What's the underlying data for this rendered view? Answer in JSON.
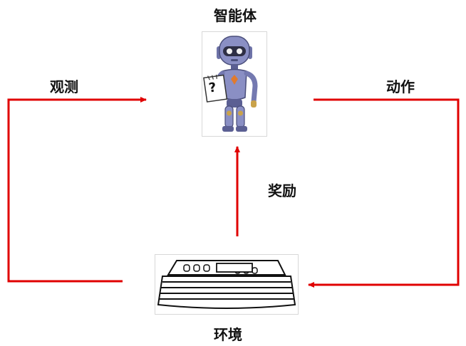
{
  "diagram": {
    "agent_label": "智能体",
    "environment_label": "环境",
    "observation_label": "观测",
    "action_label": "动作",
    "reward_label": "奖励",
    "agent_sign_text": "?",
    "arrow_color": "#e00000"
  }
}
